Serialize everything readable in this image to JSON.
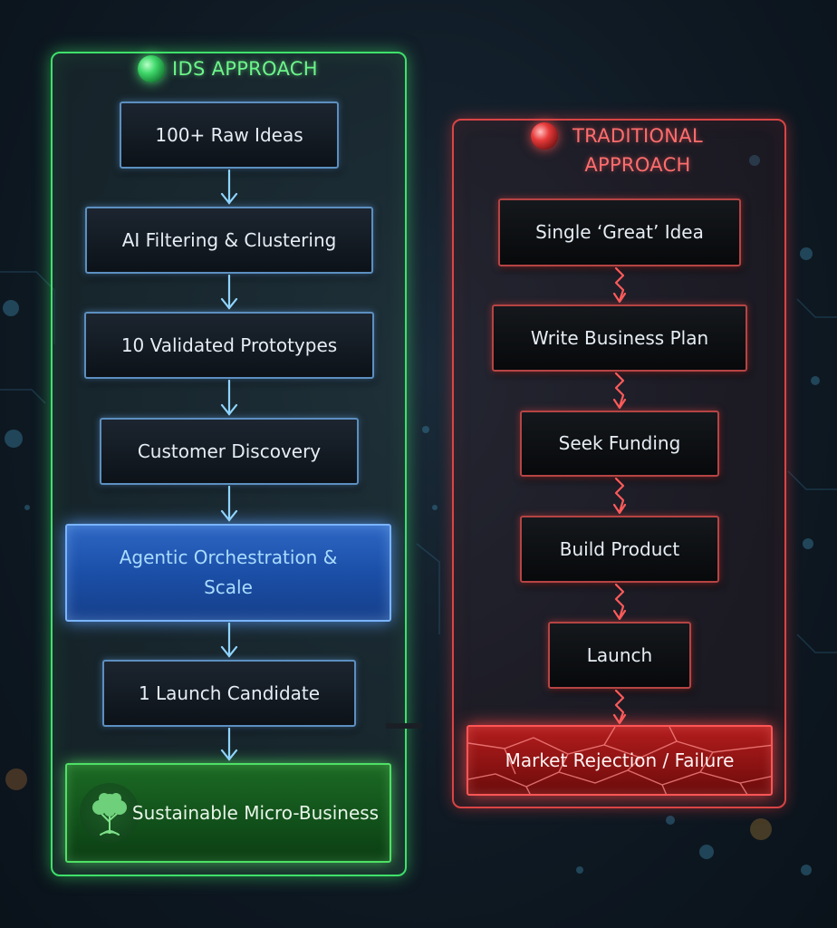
{
  "ids": {
    "title": "IDS APPROACH",
    "steps": [
      {
        "label": "100+ Raw Ideas"
      },
      {
        "label": "AI Filtering & Clustering"
      },
      {
        "label": "10 Validated Prototypes"
      },
      {
        "label": "Customer Discovery"
      },
      {
        "label": "Agentic Orchestration & Scale"
      },
      {
        "label": "1 Launch Candidate"
      },
      {
        "label": "Sustainable Micro-Business"
      }
    ],
    "icons": {
      "title": "green-gem-icon",
      "final": "tree-icon"
    },
    "color": "#3fe06a"
  },
  "traditional": {
    "title": "TRADITIONAL APPROACH",
    "steps": [
      {
        "label": "Single ‘Great’ Idea"
      },
      {
        "label": "Write Business Plan"
      },
      {
        "label": "Seek Funding"
      },
      {
        "label": "Build Product"
      },
      {
        "label": "Launch"
      },
      {
        "label": "Market Rejection / Failure"
      }
    ],
    "icons": {
      "title": "red-gem-icon"
    },
    "color": "#d84545"
  },
  "colors": {
    "highlight": "#2d67c4",
    "success": "#1c6a24",
    "failure": "#b31d1d",
    "background": "#0f1a24"
  }
}
